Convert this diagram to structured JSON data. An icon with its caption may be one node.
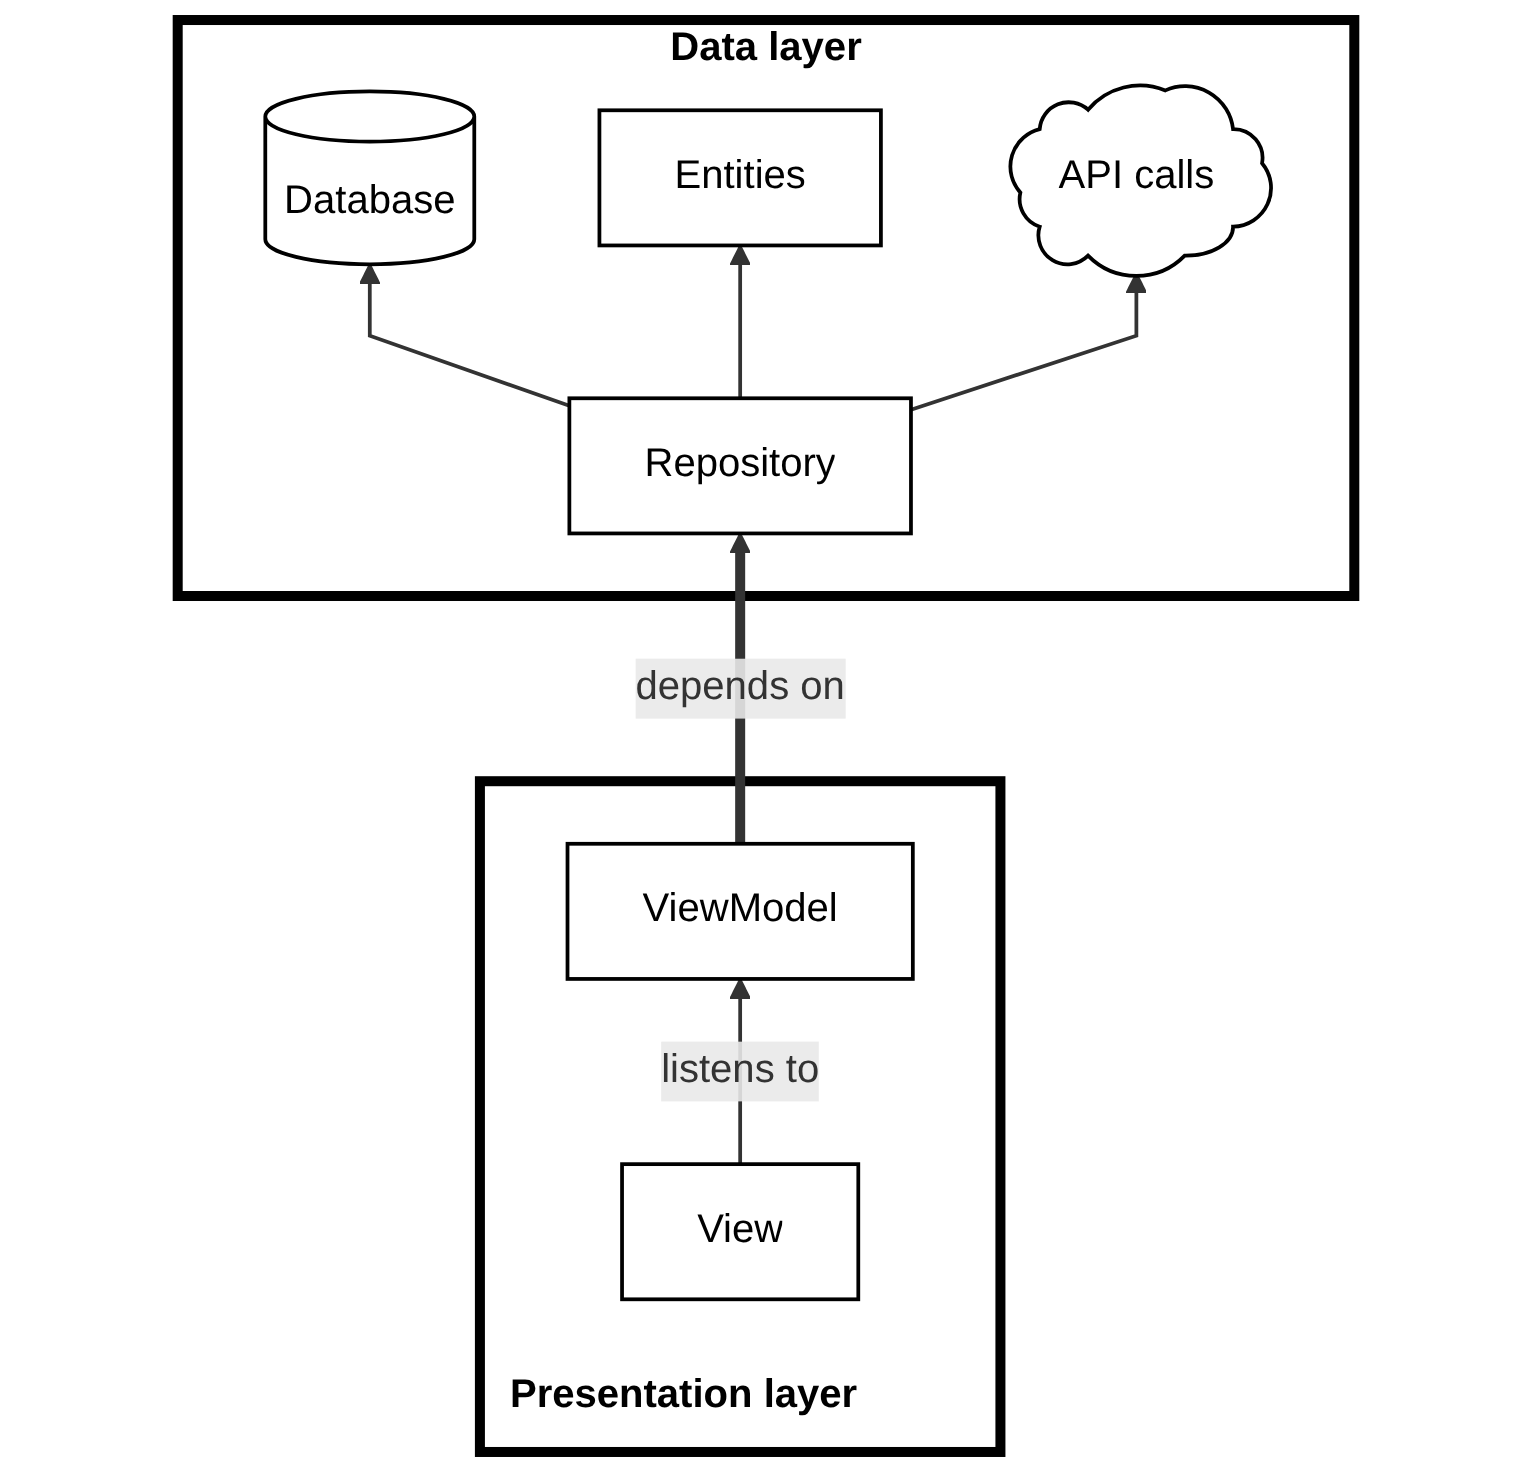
{
  "diagram": {
    "nodes": [
      {
        "text": [
          "Data layer"
        ]
      },
      {
        "text": [
          "Database"
        ],
        "in": 0
      },
      {
        "text": [
          "Entities"
        ],
        "in": 0
      },
      {
        "text": [
          "API calls"
        ],
        "in": 0
      },
      {
        "text": [
          "Repository"
        ],
        "in": 0
      },
      {
        "text": [
          "Presentation layer"
        ]
      },
      {
        "text": [
          "ViewModel"
        ],
        "in": 5
      },
      {
        "text": [
          "View"
        ],
        "in": 5
      }
    ],
    "edges": [
      {
        "from": 4,
        "to": 1,
        "arrow": "to"
      },
      {
        "from": 4,
        "to": 2,
        "arrow": "to"
      },
      {
        "from": 4,
        "to": 3,
        "arrow": "to"
      },
      {
        "from": 6,
        "to": 4,
        "arrow": "to",
        "label": "depends on",
        "style": "thick"
      },
      {
        "from": 7,
        "to": 6,
        "arrow": "to",
        "label": "listens to"
      }
    ]
  }
}
